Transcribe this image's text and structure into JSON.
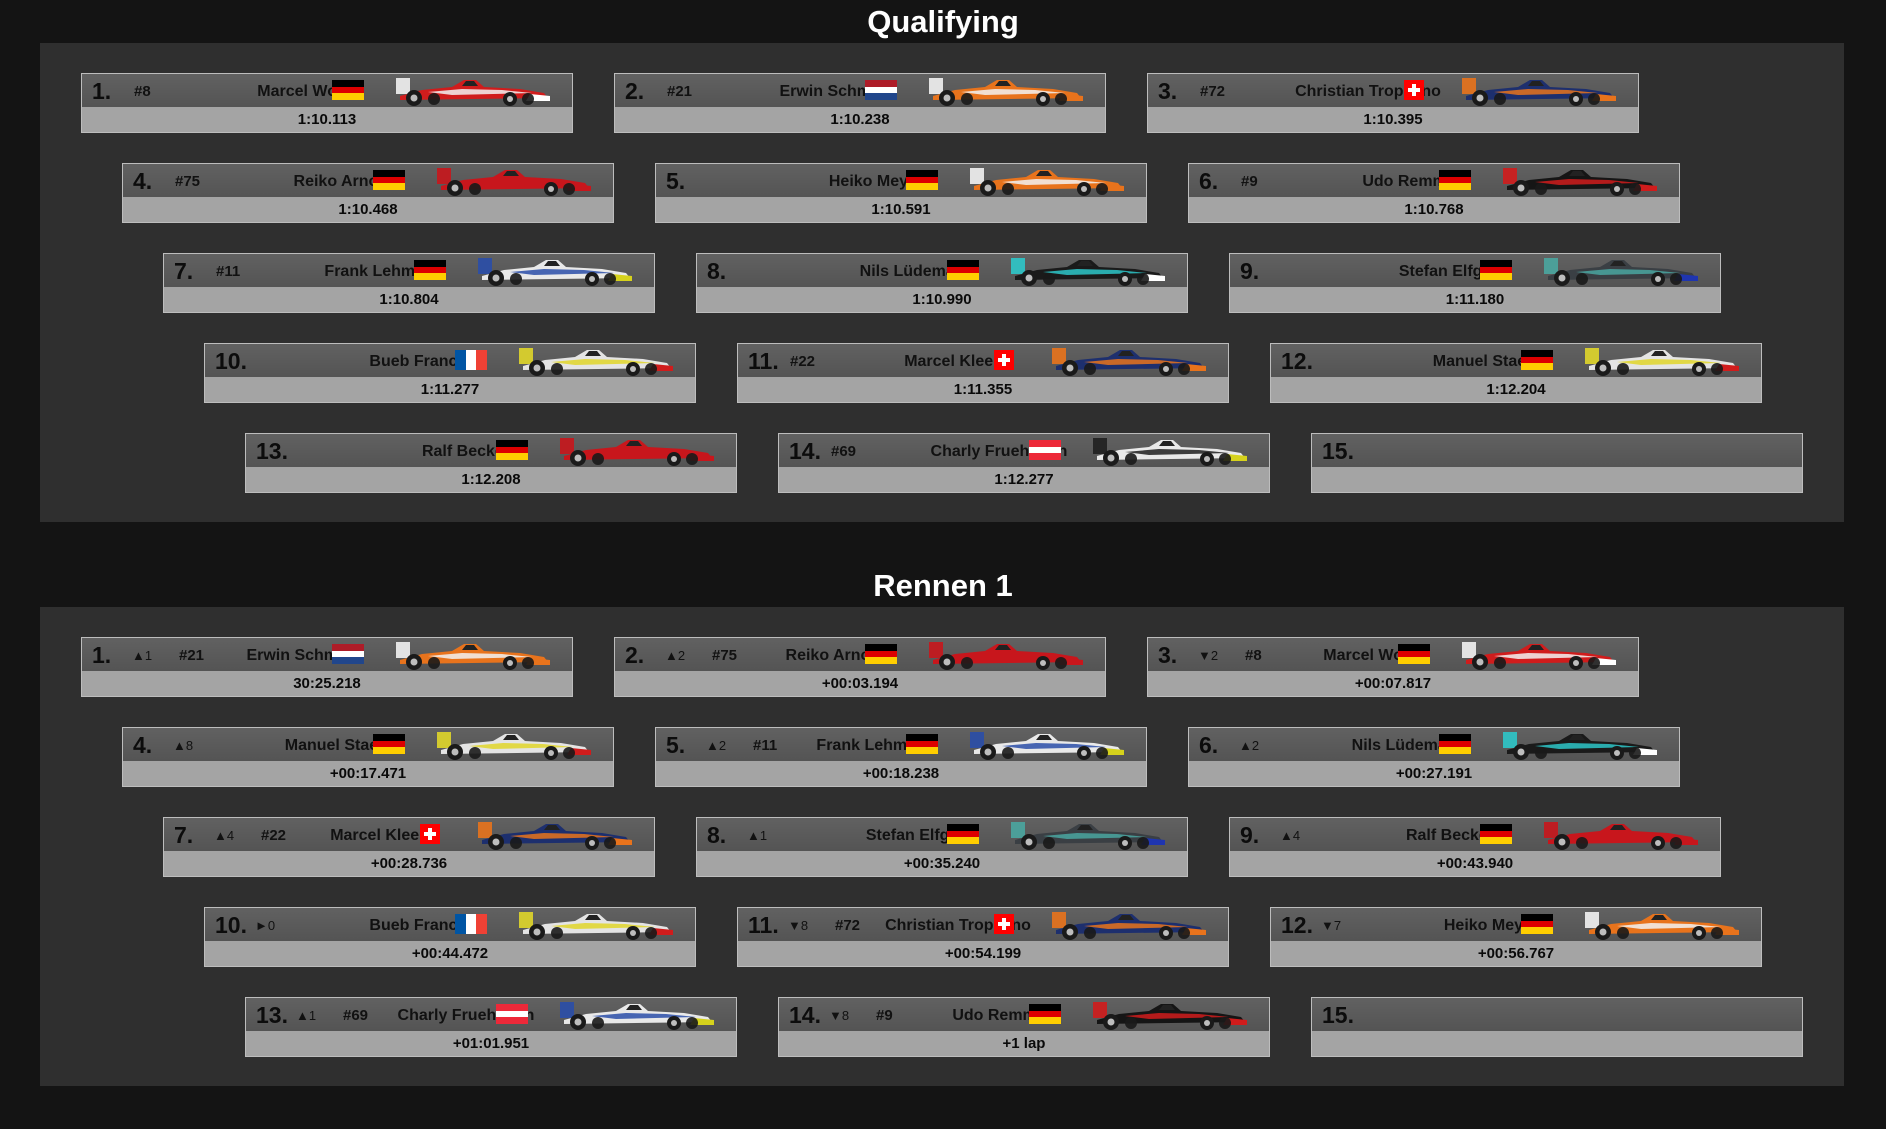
{
  "sections": [
    {
      "id": "qualifying",
      "title": "Qualifying",
      "show_delta": false,
      "entries": [
        {
          "pos": "1.",
          "num": "#8",
          "driver": "Marcel Wolf",
          "flag": "de",
          "time": "1:10.113",
          "car": {
            "body": "#d01c1c",
            "accent": "#f2f2f2",
            "nose": "#ffffff"
          }
        },
        {
          "pos": "2.",
          "num": "#21",
          "driver": "Erwin Schmidt",
          "flag": "nl",
          "time": "1:10.238",
          "car": {
            "body": "#e8731c",
            "accent": "#f2f2f2",
            "nose": "#e8731c"
          }
        },
        {
          "pos": "3.",
          "num": "#72",
          "driver": "Christian Tropeano",
          "flag": "ch",
          "time": "1:10.395",
          "car": {
            "body": "#1d2f6e",
            "accent": "#e8731c",
            "nose": "#e8731c"
          }
        },
        {
          "pos": "4.",
          "num": "#75",
          "driver": "Reiko Arnold",
          "flag": "de",
          "time": "1:10.468",
          "car": {
            "body": "#c8161c",
            "accent": "#c8161c",
            "nose": "#c8161c"
          }
        },
        {
          "pos": "5.",
          "num": "",
          "driver": "Heiko Meyer",
          "flag": "de",
          "time": "1:10.591",
          "car": {
            "body": "#e8731c",
            "accent": "#f2f2f2",
            "nose": "#e8731c"
          }
        },
        {
          "pos": "6.",
          "num": "#9",
          "driver": "Udo Remme",
          "flag": "de",
          "time": "1:10.768",
          "car": {
            "body": "#151515",
            "accent": "#d01c1c",
            "nose": "#d01c1c"
          }
        },
        {
          "pos": "7.",
          "num": "#11",
          "driver": "Frank Lehmann",
          "flag": "de",
          "time": "1:10.804",
          "car": {
            "body": "#e9e9e9",
            "accent": "#2a4ea8",
            "nose": "#d6d21c"
          }
        },
        {
          "pos": "8.",
          "num": "",
          "driver": "Nils Lüdemann",
          "flag": "de",
          "time": "1:10.990",
          "car": {
            "body": "#1a1a1a",
            "accent": "#2ec7c9",
            "nose": "#ffffff"
          }
        },
        {
          "pos": "9.",
          "num": "",
          "driver": "Stefan Elfgen",
          "flag": "de",
          "time": "1:11.180",
          "car": {
            "body": "#3a3f44",
            "accent": "#4aa6a0",
            "nose": "#1f35b0"
          }
        },
        {
          "pos": "10.",
          "num": "",
          "driver": "Bueb Francois",
          "flag": "fr",
          "time": "1:11.277",
          "car": {
            "body": "#e4e4e4",
            "accent": "#e0d62a",
            "nose": "#d01c1c"
          }
        },
        {
          "pos": "11.",
          "num": "#22",
          "driver": "Marcel Kleene",
          "flag": "ch",
          "time": "1:11.355",
          "car": {
            "body": "#1d2f6e",
            "accent": "#e8731c",
            "nose": "#e8731c"
          }
        },
        {
          "pos": "12.",
          "num": "",
          "driver": "Manuel Staedel",
          "flag": "de",
          "time": "1:12.204",
          "car": {
            "body": "#e4e4e4",
            "accent": "#e0d62a",
            "nose": "#d01c1c"
          }
        },
        {
          "pos": "13.",
          "num": "",
          "driver": "Ralf Becker",
          "flag": "de",
          "time": "1:12.208",
          "car": {
            "body": "#c8161c",
            "accent": "#c8161c",
            "nose": "#c8161c"
          }
        },
        {
          "pos": "14.",
          "num": "#69",
          "driver": "Charly Fruehwirth",
          "flag": "at",
          "time": "1:12.277",
          "car": {
            "body": "#e9e9e9",
            "accent": "#1f1f1f",
            "nose": "#d6d21c"
          }
        },
        {
          "pos": "15.",
          "num": "",
          "driver": "",
          "flag": "",
          "time": "",
          "car": null
        }
      ]
    },
    {
      "id": "rennen1",
      "title": "Rennen 1",
      "show_delta": true,
      "entries": [
        {
          "pos": "1.",
          "delta": "▲1",
          "num": "#21",
          "driver": "Erwin Schmidt",
          "flag": "nl",
          "time": "30:25.218",
          "car": {
            "body": "#e8731c",
            "accent": "#f2f2f2",
            "nose": "#e8731c"
          }
        },
        {
          "pos": "2.",
          "delta": "▲2",
          "num": "#75",
          "driver": "Reiko Arnold",
          "flag": "de",
          "time": "+00:03.194",
          "car": {
            "body": "#c8161c",
            "accent": "#c8161c",
            "nose": "#c8161c"
          }
        },
        {
          "pos": "3.",
          "delta": "▼2",
          "num": "#8",
          "driver": "Marcel Wolf",
          "flag": "de",
          "time": "+00:07.817",
          "car": {
            "body": "#d01c1c",
            "accent": "#f2f2f2",
            "nose": "#ffffff"
          }
        },
        {
          "pos": "4.",
          "delta": "▲8",
          "num": "",
          "driver": "Manuel Staedel",
          "flag": "de",
          "time": "+00:17.471",
          "car": {
            "body": "#e4e4e4",
            "accent": "#e0d62a",
            "nose": "#d01c1c"
          }
        },
        {
          "pos": "5.",
          "delta": "▲2",
          "num": "#11",
          "driver": "Frank Lehmann",
          "flag": "de",
          "time": "+00:18.238",
          "car": {
            "body": "#e9e9e9",
            "accent": "#2a4ea8",
            "nose": "#d6d21c"
          }
        },
        {
          "pos": "6.",
          "delta": "▲2",
          "num": "",
          "driver": "Nils Lüdemann",
          "flag": "de",
          "time": "+00:27.191",
          "car": {
            "body": "#1a1a1a",
            "accent": "#2ec7c9",
            "nose": "#ffffff"
          }
        },
        {
          "pos": "7.",
          "delta": "▲4",
          "num": "#22",
          "driver": "Marcel Kleene",
          "flag": "ch",
          "time": "+00:28.736",
          "car": {
            "body": "#1d2f6e",
            "accent": "#e8731c",
            "nose": "#e8731c"
          }
        },
        {
          "pos": "8.",
          "delta": "▲1",
          "num": "",
          "driver": "Stefan Elfgen",
          "flag": "de",
          "time": "+00:35.240",
          "car": {
            "body": "#3a3f44",
            "accent": "#4aa6a0",
            "nose": "#1f35b0"
          }
        },
        {
          "pos": "9.",
          "delta": "▲4",
          "num": "",
          "driver": "Ralf Becker",
          "flag": "de",
          "time": "+00:43.940",
          "car": {
            "body": "#c8161c",
            "accent": "#c8161c",
            "nose": "#c8161c"
          }
        },
        {
          "pos": "10.",
          "delta": "►0",
          "num": "",
          "driver": "Bueb Francois",
          "flag": "fr",
          "time": "+00:44.472",
          "car": {
            "body": "#e4e4e4",
            "accent": "#e0d62a",
            "nose": "#d01c1c"
          }
        },
        {
          "pos": "11.",
          "delta": "▼8",
          "num": "#72",
          "driver": "Christian Tropeano",
          "flag": "ch",
          "time": "+00:54.199",
          "car": {
            "body": "#1d2f6e",
            "accent": "#e8731c",
            "nose": "#e8731c"
          }
        },
        {
          "pos": "12.",
          "delta": "▼7",
          "num": "",
          "driver": "Heiko Meyer",
          "flag": "de",
          "time": "+00:56.767",
          "car": {
            "body": "#e8731c",
            "accent": "#f2f2f2",
            "nose": "#e8731c"
          }
        },
        {
          "pos": "13.",
          "delta": "▲1",
          "num": "#69",
          "driver": "Charly Fruehwirth",
          "flag": "at",
          "time": "+01:01.951",
          "car": {
            "body": "#e9e9e9",
            "accent": "#2a4ea8",
            "nose": "#d6d21c"
          }
        },
        {
          "pos": "14.",
          "delta": "▼8",
          "num": "#9",
          "driver": "Udo Remme",
          "flag": "de",
          "time": "+1 lap",
          "car": {
            "body": "#151515",
            "accent": "#d01c1c",
            "nose": "#d01c1c"
          }
        },
        {
          "pos": "15.",
          "delta": "",
          "num": "",
          "driver": "",
          "flag": "",
          "time": "",
          "car": null
        }
      ]
    }
  ]
}
